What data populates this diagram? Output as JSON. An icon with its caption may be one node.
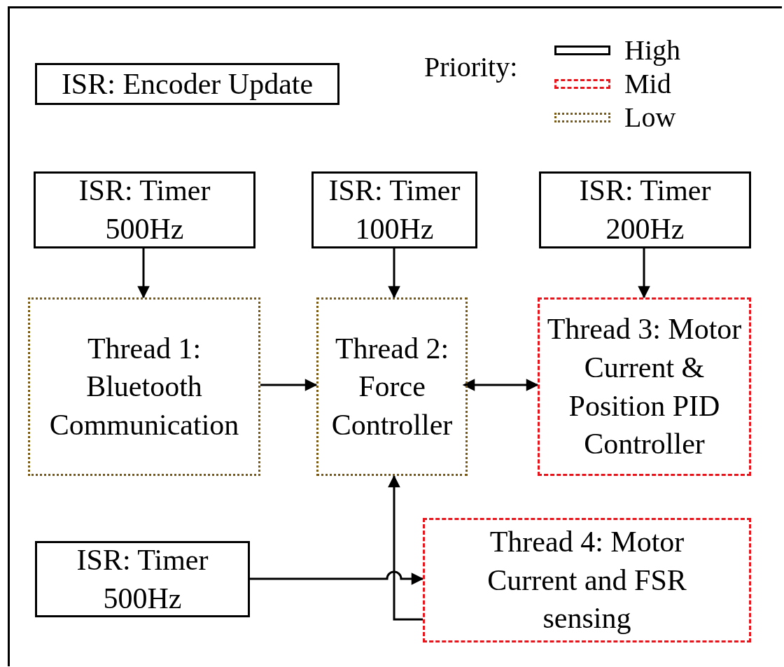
{
  "diagram": {
    "nodes": [
      {
        "text": [
          "ISR: Encoder Update"
        ]
      },
      {
        "text": [
          "ISR: Timer 500Hz"
        ]
      },
      {
        "text": [
          "ISR: Timer 100Hz"
        ]
      },
      {
        "text": [
          "ISR: Timer 200Hz"
        ]
      },
      {
        "text": [
          "Thread 1: Bluetooth Communication"
        ]
      },
      {
        "text": [
          "Thread 2: Force Controller"
        ]
      },
      {
        "text": [
          "Thread 3: Motor Current & Position PID Controller"
        ]
      },
      {
        "text": [
          "ISR: Timer 500Hz"
        ]
      },
      {
        "text": [
          "Thread 4: Motor Current and FSR sensing"
        ]
      }
    ],
    "edges": [
      {
        "from": 1,
        "to": 4,
        "arrow": "to"
      },
      {
        "from": 2,
        "to": 5,
        "arrow": "to"
      },
      {
        "from": 3,
        "to": 6,
        "arrow": "to"
      },
      {
        "from": 4,
        "to": 5,
        "arrow": "to"
      },
      {
        "from": 5,
        "to": 6,
        "arrow": "both"
      },
      {
        "from": 7,
        "to": 8,
        "arrow": "to"
      },
      {
        "from": 8,
        "to": 5,
        "arrow": "to"
      }
    ],
    "labels": [
      "Priority:"
    ],
    "legend": [
      {
        "text": "High"
      },
      {
        "text": "Mid"
      },
      {
        "text": "Low"
      }
    ]
  }
}
